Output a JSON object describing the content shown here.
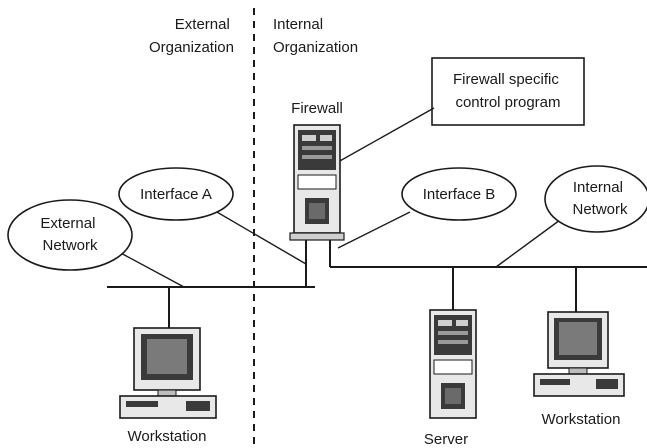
{
  "regions": {
    "external": [
      "External",
      "Organization"
    ],
    "internal": [
      "Internal",
      "Organization"
    ]
  },
  "firewall": {
    "label": "Firewall",
    "callout": [
      "Firewall specific",
      "control program"
    ]
  },
  "interfaces": {
    "a": "Interface A",
    "b": "Interface B"
  },
  "networks": {
    "external": [
      "External",
      "Network"
    ],
    "internal": [
      "Internal",
      "Network"
    ]
  },
  "devices": {
    "left_workstation": "Workstation",
    "server": "Server",
    "right_workstation": "Workstation"
  },
  "colors": {
    "ink": "#1a1a1a",
    "device_fill": "#e8e8e8",
    "device_dark": "#3a3a3a"
  }
}
